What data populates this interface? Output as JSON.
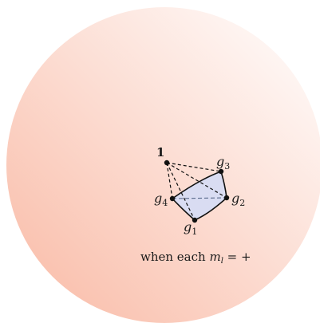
{
  "diagram": {
    "vertex_top": {
      "label": "1"
    },
    "vertices": [
      {
        "id": "g1",
        "base": "g",
        "sub": "1"
      },
      {
        "id": "g2",
        "base": "g",
        "sub": "2"
      },
      {
        "id": "g3",
        "base": "g",
        "sub": "3"
      },
      {
        "id": "g4",
        "base": "g",
        "sub": "4"
      }
    ],
    "caption": {
      "prefix": "when each ",
      "var": "m",
      "var_sub": "l",
      "suffix": " = +"
    },
    "colors": {
      "disk_inner": "#ffffff",
      "disk_outer": "#f9b9a4",
      "face_fill": "#d9dcf2",
      "edge": "#111111",
      "hidden_edge": "#5b6b8c"
    }
  }
}
